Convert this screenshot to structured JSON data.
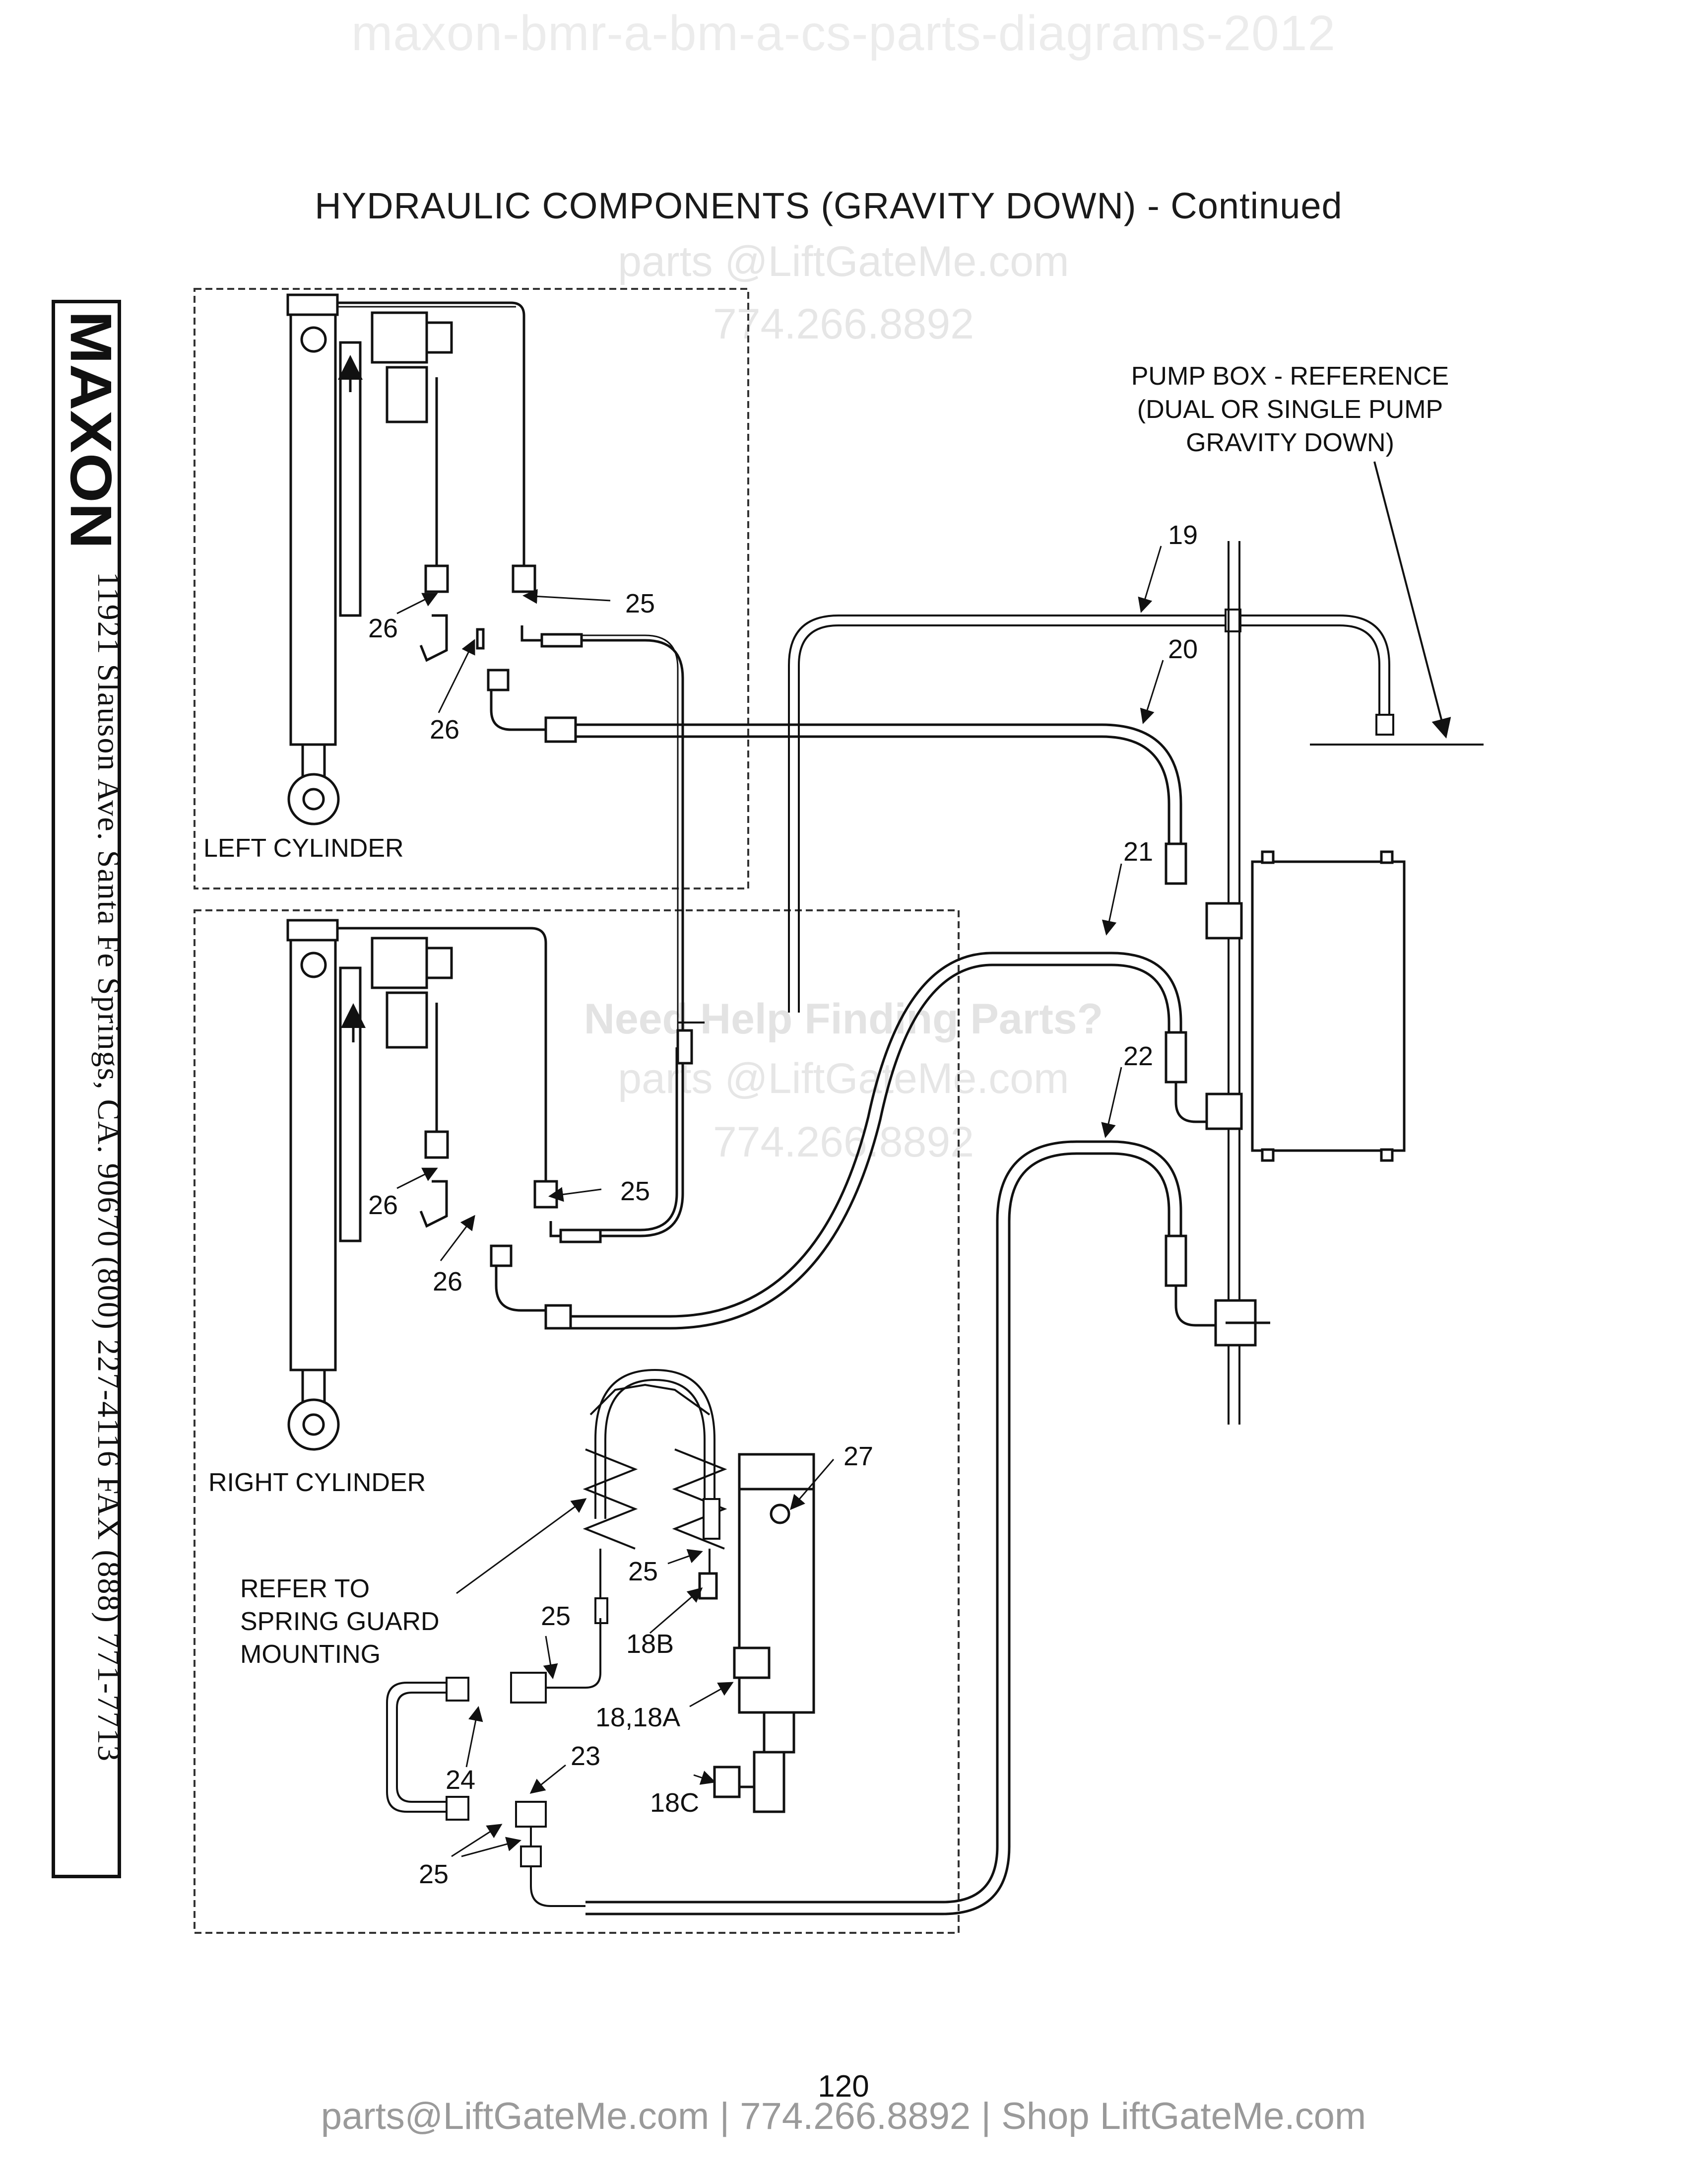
{
  "watermark": {
    "top": "maxon-bmr-a-bm-a-cs-parts-diagrams-2012",
    "email_1": "parts @LiftGateMe.com",
    "phone_1": "774.266.8892",
    "help": "Need Help Finding Parts?",
    "email_2": "parts @LiftGateMe.com",
    "phone_2": "774.266.8892"
  },
  "title": "HYDRAULIC COMPONENTS (GRAVITY DOWN) - Continued",
  "sidebar": {
    "logo": "MAXON",
    "address": "11921 Slauson Ave.  Santa Fe Springs, CA.  90670  (800) 227-4116  FAX (888) 771-7713"
  },
  "labels": {
    "left_cylinder": "LEFT CYLINDER",
    "right_cylinder": "RIGHT CYLINDER",
    "pump_ref_1": "PUMP BOX - REFERENCE",
    "pump_ref_2": "(DUAL OR SINGLE PUMP",
    "pump_ref_3": "GRAVITY DOWN)",
    "spring_1": "REFER TO",
    "spring_2": "SPRING GUARD",
    "spring_3": "MOUNTING"
  },
  "callouts": {
    "c19": "19",
    "c20": "20",
    "c21": "21",
    "c22": "22",
    "c25a": "25",
    "c26a": "26",
    "c26b": "26",
    "c25b": "25",
    "c26c": "26",
    "c26d": "26",
    "c27": "27",
    "c25c": "25",
    "c25d": "25",
    "c18b": "18B",
    "c1818a": "18,18A",
    "c24": "24",
    "c23": "23",
    "c18c": "18C",
    "c25e": "25"
  },
  "page_number": "120",
  "footer": "parts@LiftGateMe.com | 774.266.8892 | Shop LiftGateMe.com"
}
